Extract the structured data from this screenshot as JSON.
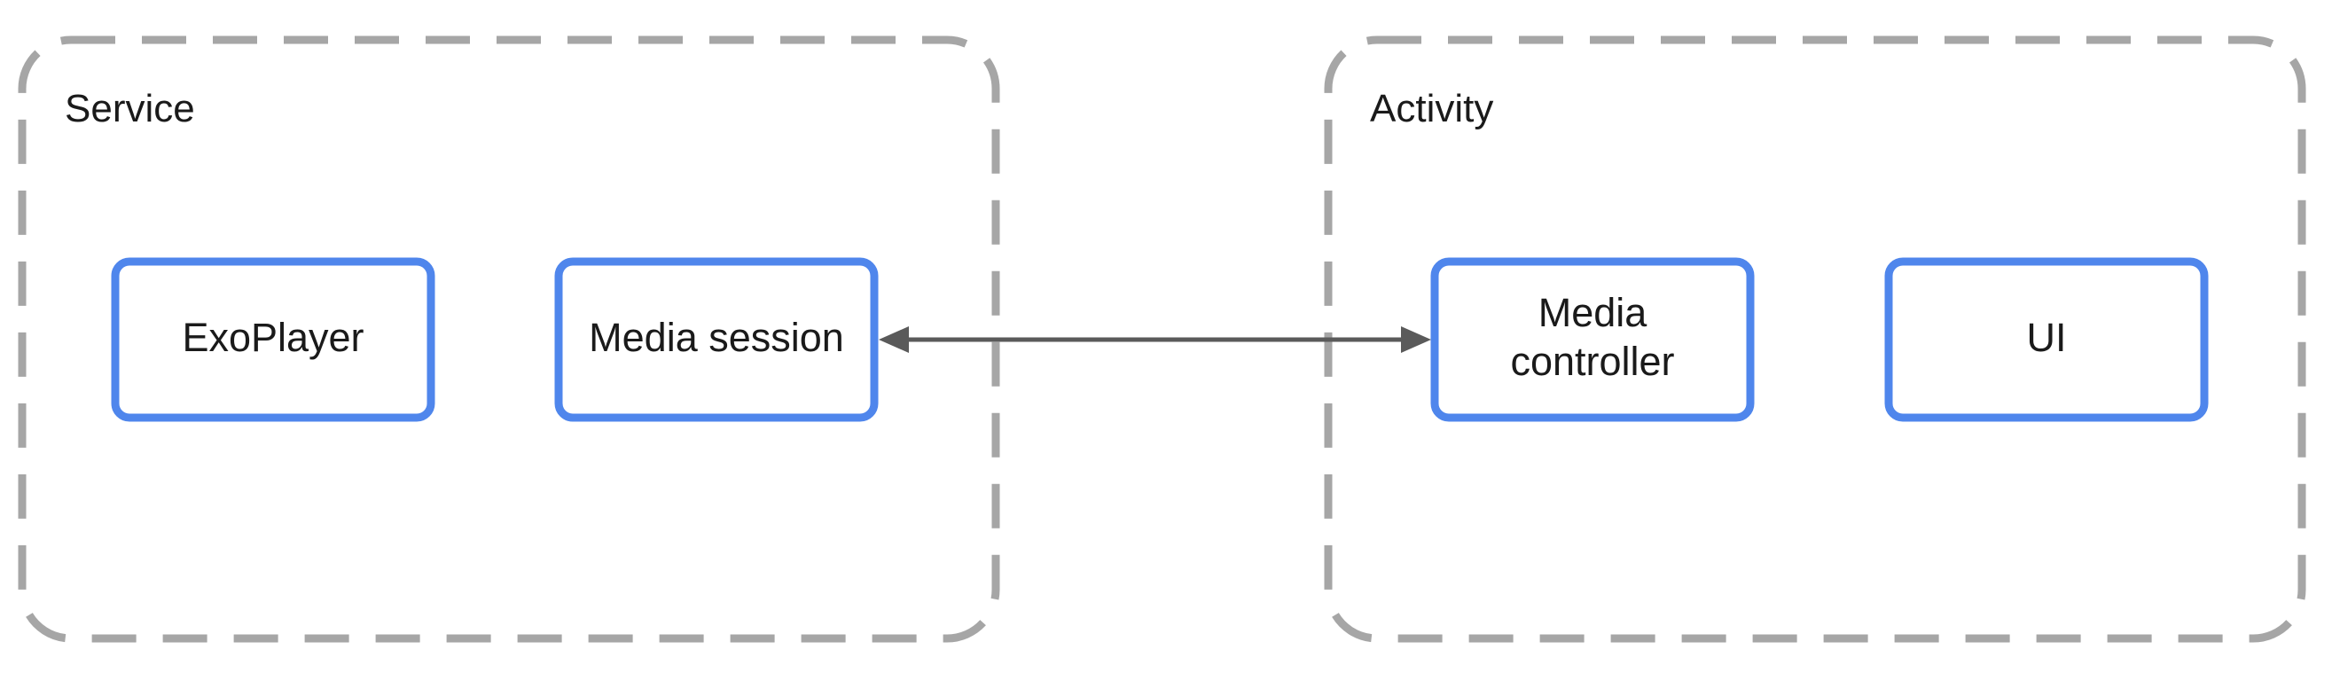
{
  "colors": {
    "frame_stroke": "#a6a6a6",
    "box_stroke": "#4f86ec",
    "text": "#1a1a1a",
    "connector": "#5a5a5a"
  },
  "groups": {
    "service": {
      "title": "Service",
      "components": {
        "exoplayer": {
          "label": "ExoPlayer"
        },
        "media_session": {
          "label": "Media session"
        }
      }
    },
    "activity": {
      "title": "Activity",
      "components": {
        "media_controller": {
          "label_lines": [
            "Media",
            "controller"
          ]
        },
        "ui": {
          "label": "UI"
        }
      }
    }
  },
  "connections": [
    {
      "from": "Media session",
      "to": "Media controller",
      "direction": "bidirectional"
    }
  ]
}
